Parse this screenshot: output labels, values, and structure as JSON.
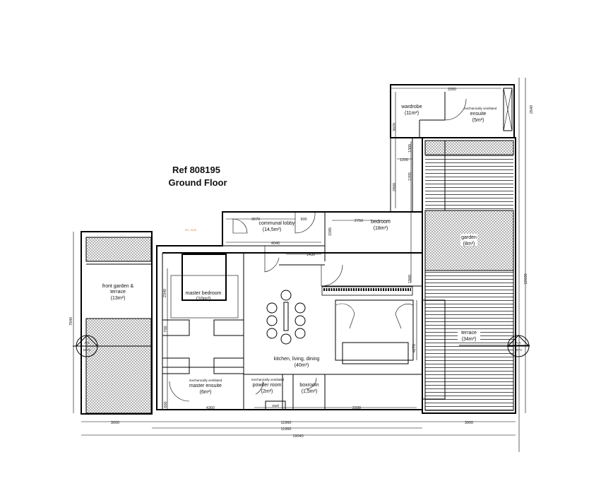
{
  "title": {
    "ref": "Ref 808195",
    "floor": "Ground Floor"
  },
  "rooms": {
    "wardrobe": {
      "name": "wardrobe",
      "area": "(11m²)"
    },
    "ensuite": {
      "note": "mechanically ventilated",
      "name": "ensuite",
      "area": "(5m²)"
    },
    "communal_lobby": {
      "name": "communal lobby",
      "area": "(14,5m²)"
    },
    "bedroom": {
      "name": "bedroom",
      "area": "(18m²)"
    },
    "master_bedroom": {
      "name": "master bedroom",
      "area": "(10m²)"
    },
    "front_garden": {
      "name": "front garden &",
      "name2": "terrace",
      "area": "(13m²)"
    },
    "garden": {
      "name": "garden",
      "area": "(8m²)"
    },
    "kitchen": {
      "name": "kitchen, living, dining",
      "area": "(40m²)"
    },
    "terrace": {
      "name": "terrace",
      "area": "(34m²)"
    },
    "master_ensuite": {
      "note": "mechanically ventilated",
      "name": "master ensuite",
      "area": "(6m²)"
    },
    "powder_room": {
      "note": "mechanically ventilated",
      "name": "powder room",
      "area": "(2m²)"
    },
    "boxroom": {
      "name": "boxroom",
      "area": "(1,5m²)"
    },
    "shelf": {
      "name": "shelf"
    }
  },
  "dimensions": {
    "d3350": "3350",
    "d2640": "2640",
    "d3020": "3020",
    "d1300": "1300",
    "d1200": "1200",
    "d2800": "2800",
    "d1205": "1205",
    "d3070": "3070",
    "d900": "900",
    "d4040": "4040",
    "d2750": "2750",
    "d1585": "1585",
    "d1430": "1430",
    "d12030": "12030",
    "d2340": "2340",
    "d7840": "7840",
    "d4360": "4360",
    "d2330": "2330",
    "d4270": "4270",
    "d3000": "3000",
    "d11960a": "11960",
    "d11960b": "11960",
    "d3900": "3900",
    "d19040": "19040",
    "d1900": "1900",
    "d700": "700",
    "d600": "600"
  },
  "section_markers": {
    "left": "A-A",
    "right": "A-A",
    "left_sheet": "DC'V",
    "right_sheet": "DC'V"
  },
  "colors": {
    "level_text": "#e07020",
    "line": "#000000"
  }
}
